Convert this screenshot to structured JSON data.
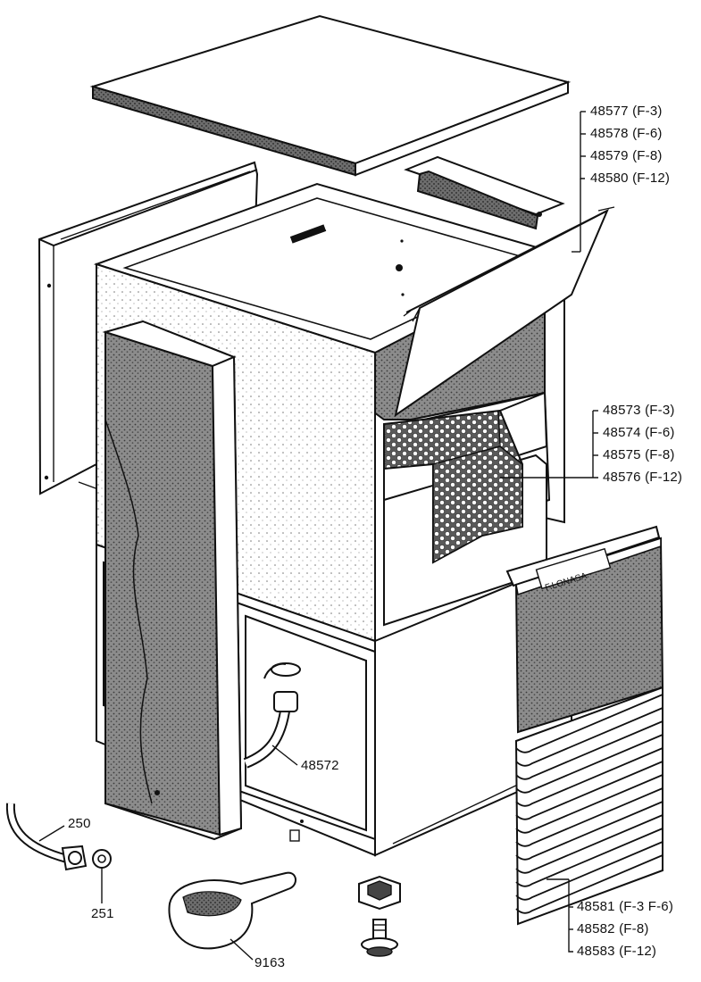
{
  "callouts": {
    "top_group": [
      "48577 (F-3)",
      "48578 (F-6)",
      "48579 (F-8)",
      "48580 (F-12)"
    ],
    "mid_group": [
      "48573 (F-3)",
      "48574 (F-6)",
      "48575 (F-8)",
      "48576 (F-12)"
    ],
    "bottom_group": [
      "48581 (F-3 F-6)",
      "48582 (F-8)",
      "48583 (F-12)"
    ],
    "hose": "48572",
    "drain_hose": "250",
    "washer": "251",
    "scoop": "9163"
  },
  "brand_plate": "F.LONASA"
}
